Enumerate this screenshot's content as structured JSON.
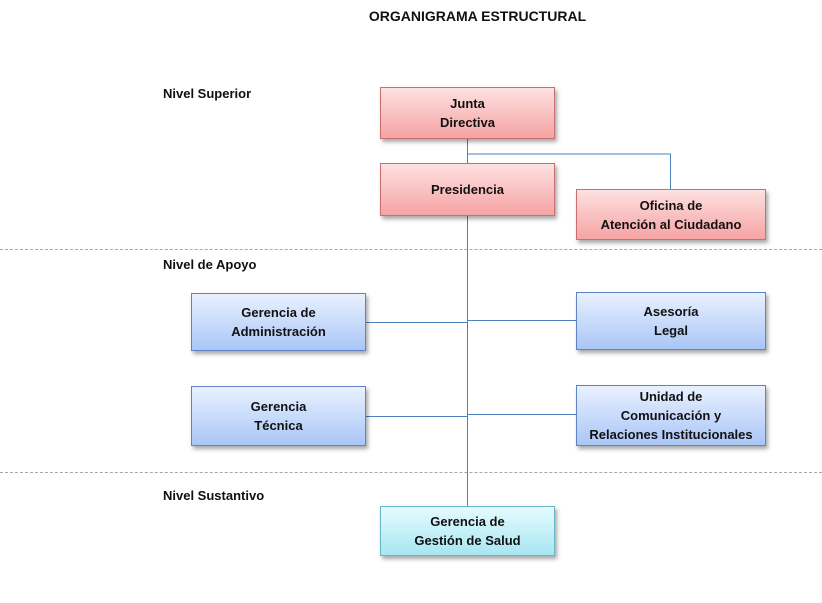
{
  "title": "ORGANIGRAMA ESTRUCTURAL",
  "levels": {
    "superior": "Nivel  Superior",
    "apoyo": "Nivel de Apoyo",
    "sustantivo": "Nivel Sustantivo"
  },
  "nodes": {
    "junta": {
      "line1": "Junta",
      "line2": "Directiva"
    },
    "presidencia": {
      "line1": "Presidencia"
    },
    "oficina": {
      "line1": "Oficina de",
      "line2": "Atención al Ciudadano"
    },
    "gerencia_admin": {
      "line1": "Gerencia de",
      "line2": "Administración"
    },
    "asesoria": {
      "line1": "Asesoría",
      "line2": "Legal"
    },
    "gerencia_tecnica": {
      "line1": "Gerencia",
      "line2": "Técnica"
    },
    "unidad_com": {
      "line1": "Unidad de",
      "line2": "Comunicación y",
      "line3": "Relaciones Institucionales"
    },
    "gerencia_salud": {
      "line1": "Gerencia de",
      "line2": "Gestión de Salud"
    }
  },
  "colors": {
    "superior": "#f6a3a3",
    "apoyo": "#a9c6f6",
    "sustantivo": "#a7e6f2",
    "connector": "#4f81bd"
  }
}
